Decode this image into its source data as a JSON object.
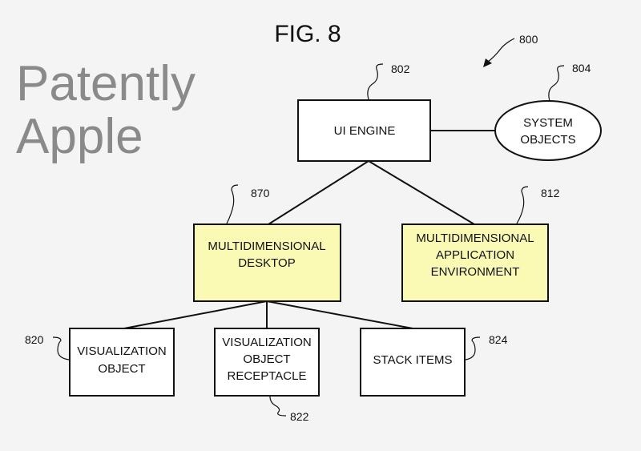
{
  "figure": {
    "title": "FIG. 8",
    "ref_main": "800",
    "colors": {
      "highlight": "#fafab4",
      "plain": "#ffffff",
      "line": "#111111"
    }
  },
  "nodes": {
    "ui_engine": {
      "ref": "802",
      "lines": [
        "UI ENGINE"
      ]
    },
    "system_objects": {
      "ref": "804",
      "lines": [
        "SYSTEM",
        "OBJECTS"
      ]
    },
    "desktop": {
      "ref": "870",
      "lines": [
        "MULTIDIMENSIONAL",
        "DESKTOP"
      ]
    },
    "app_env": {
      "ref": "812",
      "lines": [
        "MULTIDIMENSIONAL",
        "APPLICATION",
        "ENVIRONMENT"
      ]
    },
    "vis_object": {
      "ref": "820",
      "lines": [
        "VISUALIZATION",
        "OBJECT"
      ]
    },
    "receptacle": {
      "ref": "822",
      "lines": [
        "VISUALIZATION",
        "OBJECT",
        "RECEPTACLE"
      ]
    },
    "stack_items": {
      "ref": "824",
      "lines": [
        "STACK ITEMS"
      ]
    }
  },
  "watermark": "Patently Apple"
}
